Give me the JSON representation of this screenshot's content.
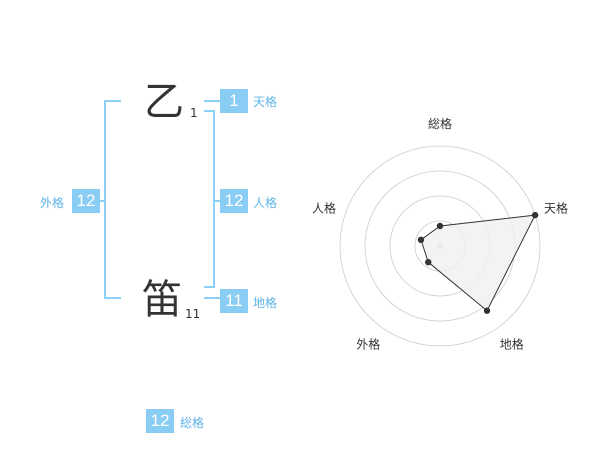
{
  "name": {
    "chars": [
      {
        "char": "乙",
        "strokes": "1"
      },
      {
        "char": "笛",
        "strokes": "11"
      }
    ]
  },
  "kaku": {
    "tenkaku": {
      "value": "1",
      "label": "天格"
    },
    "jinkaku": {
      "value": "12",
      "label": "人格"
    },
    "chikaku": {
      "value": "11",
      "label": "地格"
    },
    "gaikaku": {
      "value": "12",
      "label": "外格"
    },
    "soukaku": {
      "value": "12",
      "label": "総格"
    }
  },
  "chart_data": {
    "type": "radar",
    "axes": [
      "総格",
      "天格",
      "地格",
      "外格",
      "人格"
    ],
    "values": [
      1,
      5,
      4,
      1,
      1
    ],
    "range": [
      0,
      5
    ],
    "rings": 4,
    "colors": {
      "fill": "#f0f0f0",
      "stroke": "#333333",
      "ring": "#cccccc",
      "accent": "#89cdf4"
    }
  }
}
